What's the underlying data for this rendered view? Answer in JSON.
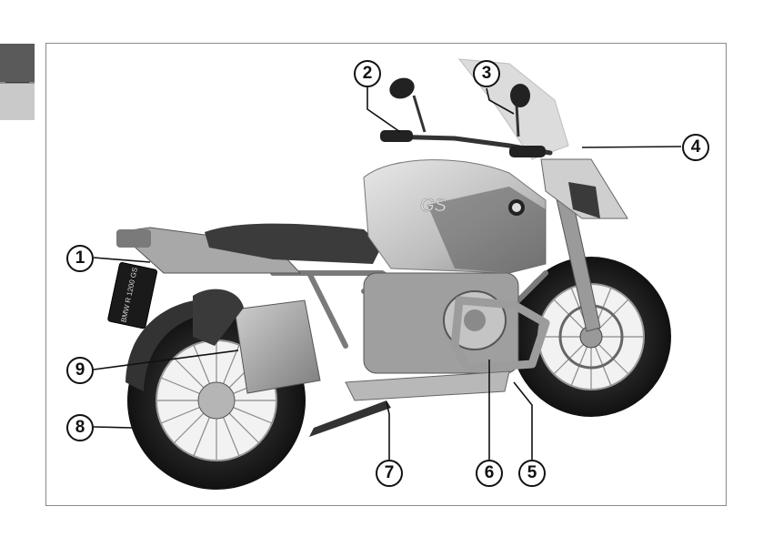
{
  "page": {
    "title": ""
  },
  "figure": {
    "subject": "",
    "plate_text": "BMW R 1200 GS",
    "tank_logo": "GS",
    "callouts": [
      {
        "number": "1",
        "target": "rear-light"
      },
      {
        "number": "2",
        "target": "left-handlebar-lever"
      },
      {
        "number": "3",
        "target": "right-mirror-windshield"
      },
      {
        "number": "4",
        "target": "front-fairing"
      },
      {
        "number": "5",
        "target": "front-wheel"
      },
      {
        "number": "6",
        "target": "crash-bar"
      },
      {
        "number": "7",
        "target": "side-stand"
      },
      {
        "number": "8",
        "target": "rear-tyre"
      },
      {
        "number": "9",
        "target": "rear-wheel-spokes"
      }
    ]
  }
}
